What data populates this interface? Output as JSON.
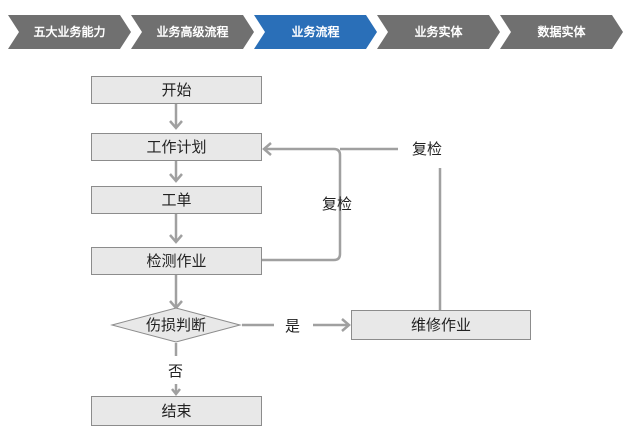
{
  "breadcrumb": {
    "steps": [
      {
        "label": "五大业务能力",
        "active": false
      },
      {
        "label": "业务高级流程",
        "active": false
      },
      {
        "label": "业务流程",
        "active": true
      },
      {
        "label": "业务实体",
        "active": false
      },
      {
        "label": "数据实体",
        "active": false
      }
    ]
  },
  "colors": {
    "crumb_inactive": "#707070",
    "crumb_active": "#2a6fb8",
    "box_fill": "#e8e8e8",
    "box_border": "#8c8c8c",
    "arrow": "#a0a0a0"
  },
  "flow": {
    "start": "开始",
    "plan": "工作计划",
    "order": "工单",
    "inspect": "检测作业",
    "decision": "伤损判断",
    "repair": "维修作业",
    "end": "结束",
    "recheck_top": "复检",
    "recheck_mid": "复检",
    "yes": "是",
    "no": "否"
  }
}
